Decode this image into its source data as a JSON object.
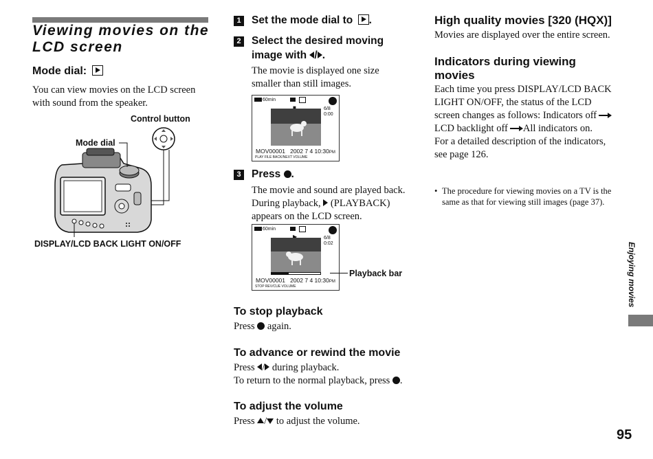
{
  "left": {
    "title": "Viewing movies on the LCD screen",
    "mode_heading": "Mode dial:",
    "intro": "You can view movies on the LCD screen with sound from the speaker.",
    "labels": {
      "control_button": "Control button",
      "mode_dial": "Mode dial",
      "display_button": "DISPLAY/LCD BACK LIGHT ON/OFF"
    }
  },
  "steps": [
    {
      "num": "1",
      "text": "Set the mode dial to"
    },
    {
      "num": "2",
      "text_a": "Select the desired moving",
      "text_b": "image with",
      "body": "The movie is displayed one size smaller than still images."
    },
    {
      "num": "3",
      "text": "Press",
      "body_a": "The movie and sound are played back. During playback,",
      "body_b": "(PLAYBACK) appears on the LCD screen."
    }
  ],
  "lcd1": {
    "battery": "60min",
    "counter_top": "6/8",
    "counter_time": "0:00",
    "file": "MOV00001",
    "date": "2002  7  4  10:30",
    "ampm": "PM",
    "hint": "PLAY   FILE BACK/NEXT   VOLUME"
  },
  "lcd2": {
    "battery": "60min",
    "counter_top": "6/8",
    "counter_time": "0:02",
    "file": "MOV00001",
    "date": "2002  7  4  10:30",
    "ampm": "PM",
    "hint": "STOP   REV/CUE   VOLUME",
    "progress": 0.35,
    "playback_bar_label": "Playback bar"
  },
  "stop": {
    "heading": "To stop playback",
    "body_a": "Press",
    "body_b": "again."
  },
  "advance": {
    "heading": "To advance or rewind the movie",
    "line1_a": "Press",
    "line1_b": "during playback.",
    "line2": "To return to the normal playback, press"
  },
  "volume": {
    "heading": "To adjust the volume",
    "body_a": "Press",
    "body_b": "to adjust the volume."
  },
  "right": {
    "hq_heading": "High quality movies [320 (HQX)]",
    "hq_body": "Movies are displayed over the entire screen.",
    "ind_heading": "Indicators during viewing movies",
    "ind_body_a": "Each time you press DISPLAY/LCD BACK LIGHT ON/OFF, the status of the LCD screen changes as follows: Indicators off",
    "ind_body_b": "LCD backlight off",
    "ind_body_c": "All indicators on.",
    "ind_body_d": "For a detailed description of the indicators, see page 126.",
    "note": "The procedure for viewing movies on a TV is the same as that for viewing still images (page 37)."
  },
  "side_label": "Enjoying movies",
  "page_number": "95"
}
